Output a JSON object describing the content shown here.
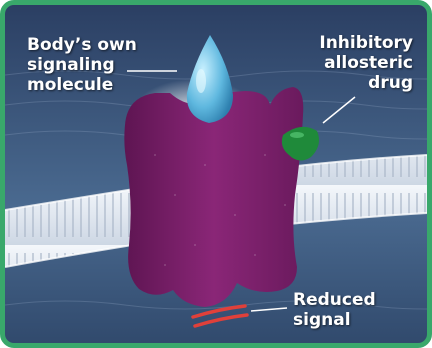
{
  "labels": {
    "signaling_molecule": [
      "Body’s own",
      "signaling",
      "molecule"
    ],
    "allosteric_drug": [
      "Inhibitory",
      "allosteric",
      "drug"
    ],
    "reduced_signal": [
      "Reduced",
      "signal"
    ]
  },
  "colors": {
    "frame_border": "#39a86b",
    "receptor": "#7a1f68",
    "signaling_molecule": "#6fc8e8",
    "drug": "#1f8a3a",
    "signal_lines": "#e0403a",
    "membrane": "#e9eef5"
  }
}
